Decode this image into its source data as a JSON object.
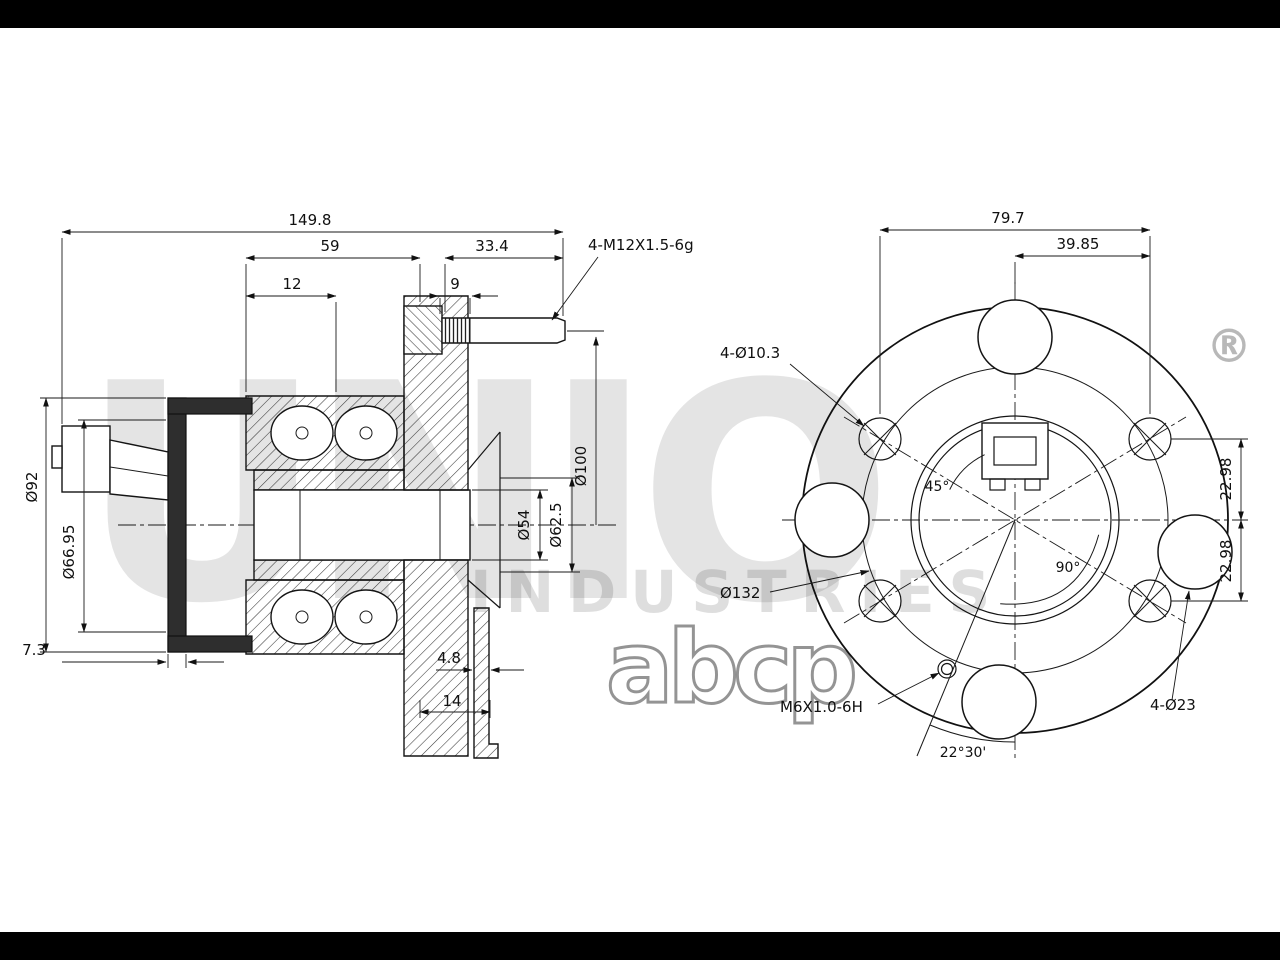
{
  "colors": {
    "line": "#1a1a1a",
    "bar": "#000000",
    "background": "#ffffff",
    "watermark": "#bfbfbf"
  },
  "left_view": {
    "dims": {
      "total_length": "149.8",
      "hub_depth": "59",
      "stud_length": "33.4",
      "cap_offset": "12",
      "head_width": "9",
      "stud_spec": "4-M12X1.5-6g",
      "cap_dia": "Ø92",
      "bearing_dia": "Ø66.95",
      "bore_dia": "Ø54",
      "pilot_dia": "Ø62.5",
      "pcd_dia": "Ø100",
      "cap_lip": "7.3",
      "flange_thk": "4.8",
      "flange_depth": "14"
    }
  },
  "right_view": {
    "dims": {
      "stud_span": "79.7",
      "stud_half_span": "39.85",
      "small_holes": "4-Ø10.3",
      "offset_upper": "22.98",
      "offset_lower": "22.98",
      "flange_dia": "Ø132",
      "angle_right": "90°",
      "angle_left": "45°",
      "service_thread": "M6X1.0-6H",
      "angle_lower": "22°30'",
      "large_holes": "4-Ø23"
    }
  },
  "watermark": {
    "brand": "UNIO",
    "registered": "®",
    "industries": "INDUSTRIES",
    "logo": "abcp"
  }
}
